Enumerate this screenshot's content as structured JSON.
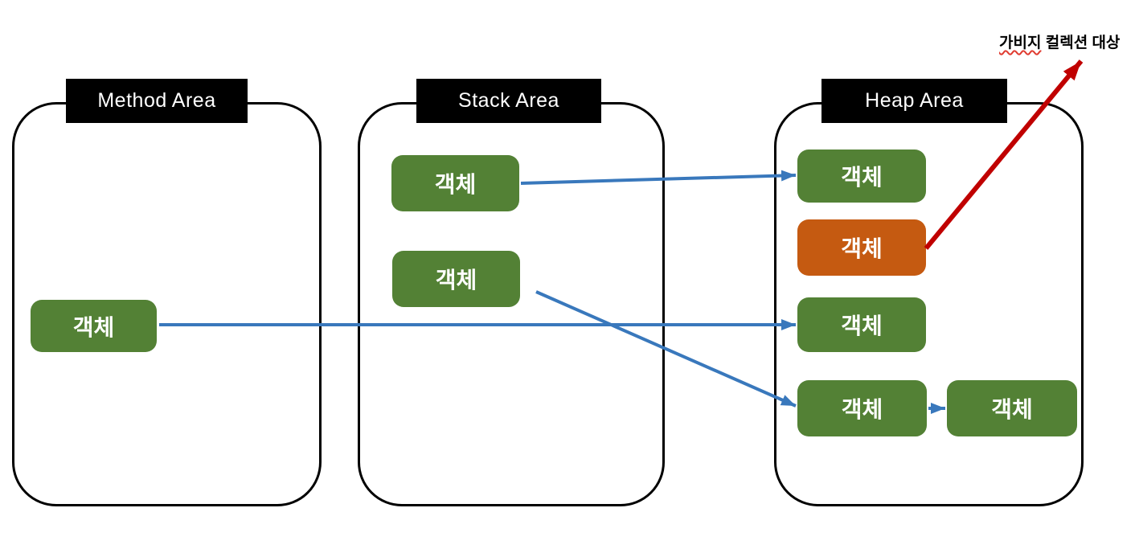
{
  "diagram": {
    "description": "JVM memory diagram: Method Area, Stack Area and Heap Area with object references; one unreachable heap object marked as garbage-collection target",
    "gc_label": {
      "underlined_word": "가비지",
      "rest": " 컬렉션 대상"
    },
    "areas": [
      {
        "id": "method-area",
        "label": "Method Area",
        "objects": [
          {
            "id": "method-object-1",
            "label": "객체",
            "color": "green"
          }
        ]
      },
      {
        "id": "stack-area",
        "label": "Stack Area",
        "objects": [
          {
            "id": "stack-object-1",
            "label": "객체",
            "color": "green"
          },
          {
            "id": "stack-object-2",
            "label": "객체",
            "color": "green"
          }
        ]
      },
      {
        "id": "heap-area",
        "label": "Heap Area",
        "objects": [
          {
            "id": "heap-object-1",
            "label": "객체",
            "color": "green"
          },
          {
            "id": "heap-object-2",
            "label": "객체",
            "color": "orange"
          },
          {
            "id": "heap-object-3",
            "label": "객체",
            "color": "green"
          },
          {
            "id": "heap-object-4",
            "label": "객체",
            "color": "green"
          },
          {
            "id": "heap-object-5",
            "label": "객체",
            "color": "green"
          }
        ]
      }
    ],
    "edges": [
      {
        "from": "stack-object-1",
        "to": "heap-object-1",
        "style": "blue-arrow"
      },
      {
        "from": "method-object-1",
        "to": "heap-object-3",
        "style": "blue-arrow"
      },
      {
        "from": "stack-object-2",
        "to": "heap-object-4",
        "style": "blue-arrow"
      },
      {
        "from": "heap-object-4",
        "to": "heap-object-5",
        "style": "blue-arrow"
      },
      {
        "from": "heap-object-2",
        "to": "gc-target-label",
        "style": "red-arrow"
      }
    ],
    "colors": {
      "object_green": "#538135",
      "object_orange": "#C55A11",
      "arrow_blue": "#3978BC",
      "arrow_red": "#C00000",
      "header_bg": "#000000",
      "header_text": "#FFFFFF",
      "area_border": "#000000",
      "squiggle_red": "#E03C31"
    }
  }
}
